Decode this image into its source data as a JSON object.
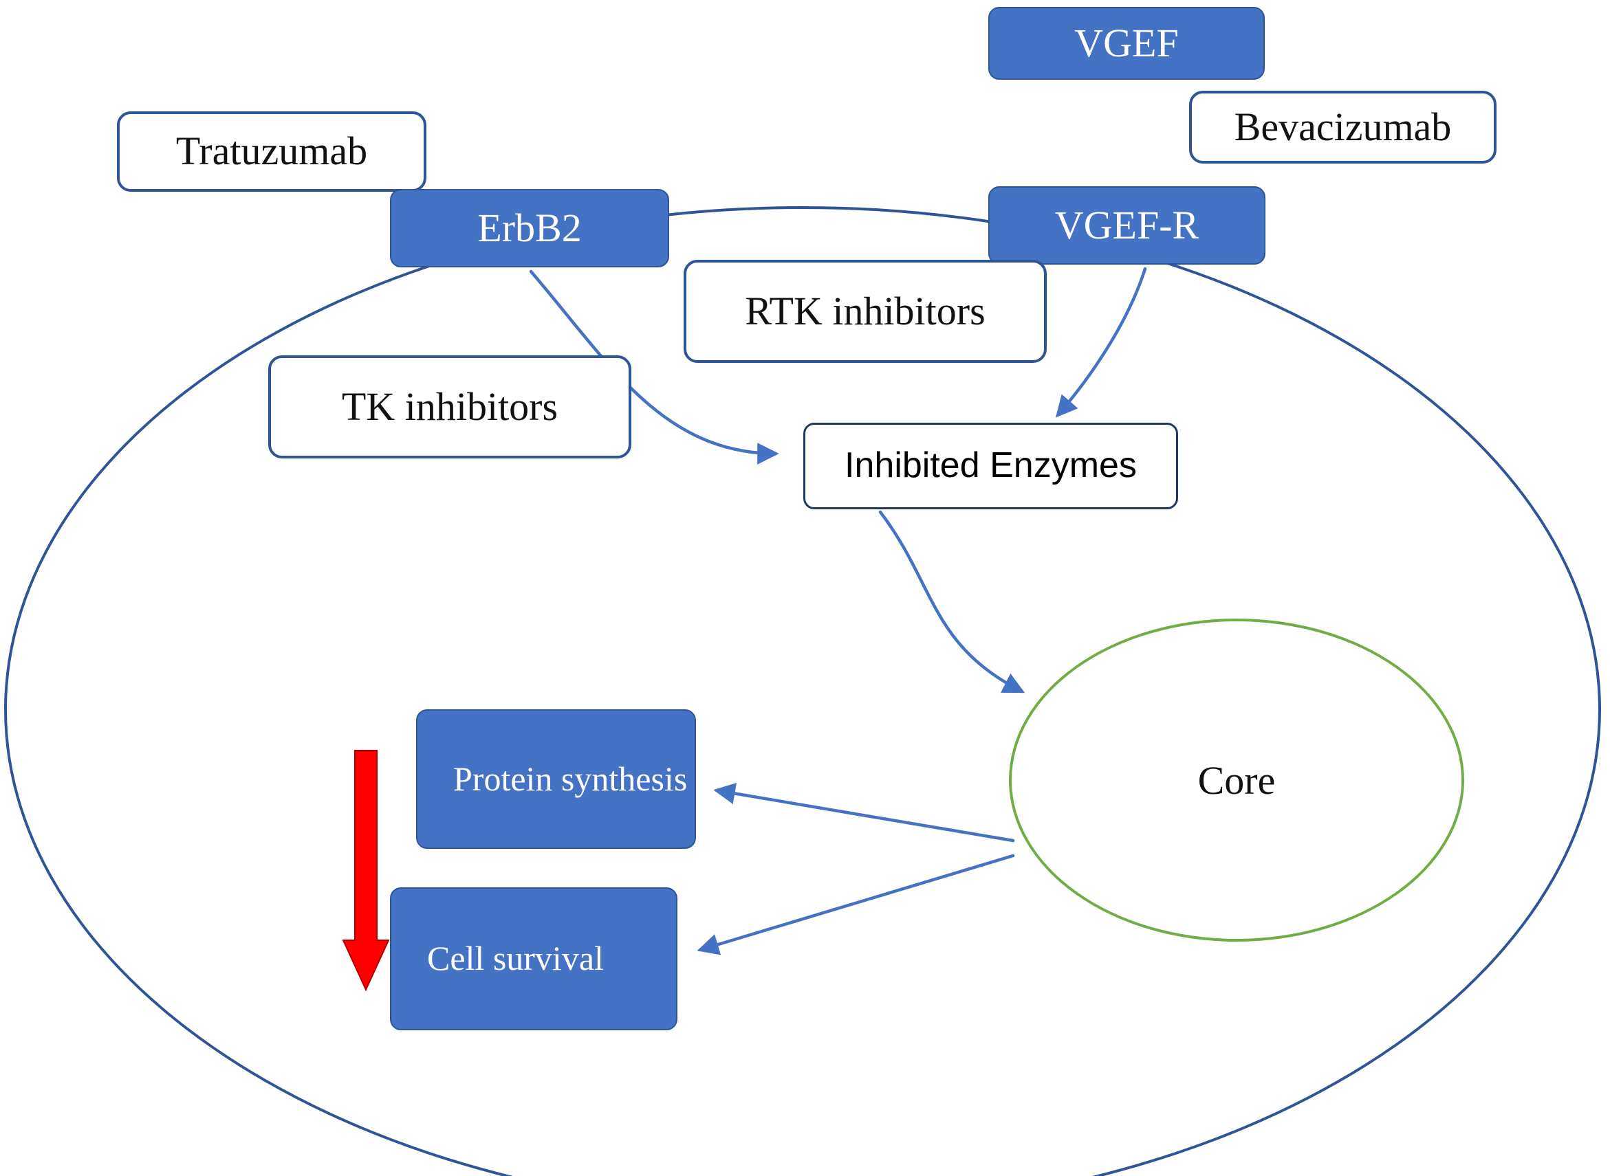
{
  "figure": {
    "type": "signaling-pathway-diagram",
    "nodes": {
      "vgef": "VGEF",
      "bevacizumab": "Bevacizumab",
      "tratuzumab": "Tratuzumab",
      "erbb2": "ErbB2",
      "vgef_r": "VGEF-R",
      "rtk_inhibitors": "RTK inhibitors",
      "tk_inhibitors": "TK inhibitors",
      "inhibited_enzymes": "Inhibited Enzymes",
      "core": "Core",
      "protein_synthesis": "Protein synthesis",
      "cell_survival": "Cell survival"
    },
    "edges": [
      {
        "from": "ErbB2",
        "to": "Inhibited Enzymes",
        "style": "curved-arrow"
      },
      {
        "from": "VGEF-R",
        "to": "Inhibited Enzymes",
        "style": "curved-arrow"
      },
      {
        "from": "Inhibited Enzymes",
        "to": "Core",
        "style": "curved-arrow"
      },
      {
        "from": "Core",
        "to": "Protein synthesis",
        "style": "straight-arrow"
      },
      {
        "from": "Core",
        "to": "Cell survival",
        "style": "straight-arrow"
      }
    ],
    "decrease_indicator": {
      "shape": "thick-down-arrow",
      "near": [
        "Protein synthesis",
        "Cell survival"
      ]
    },
    "colors": {
      "filled_box": "#4472c4",
      "filled_box_border": "#2f5597",
      "outline_box_border": "#2f5597",
      "dark_box_border": "#1f3864",
      "arrow": "#4472c4",
      "core_border": "#70ad47",
      "cell_border": "#2f5597",
      "down_arrow": "#ff0000",
      "text_on_fill": "#ffffff",
      "text": "#111111"
    }
  }
}
